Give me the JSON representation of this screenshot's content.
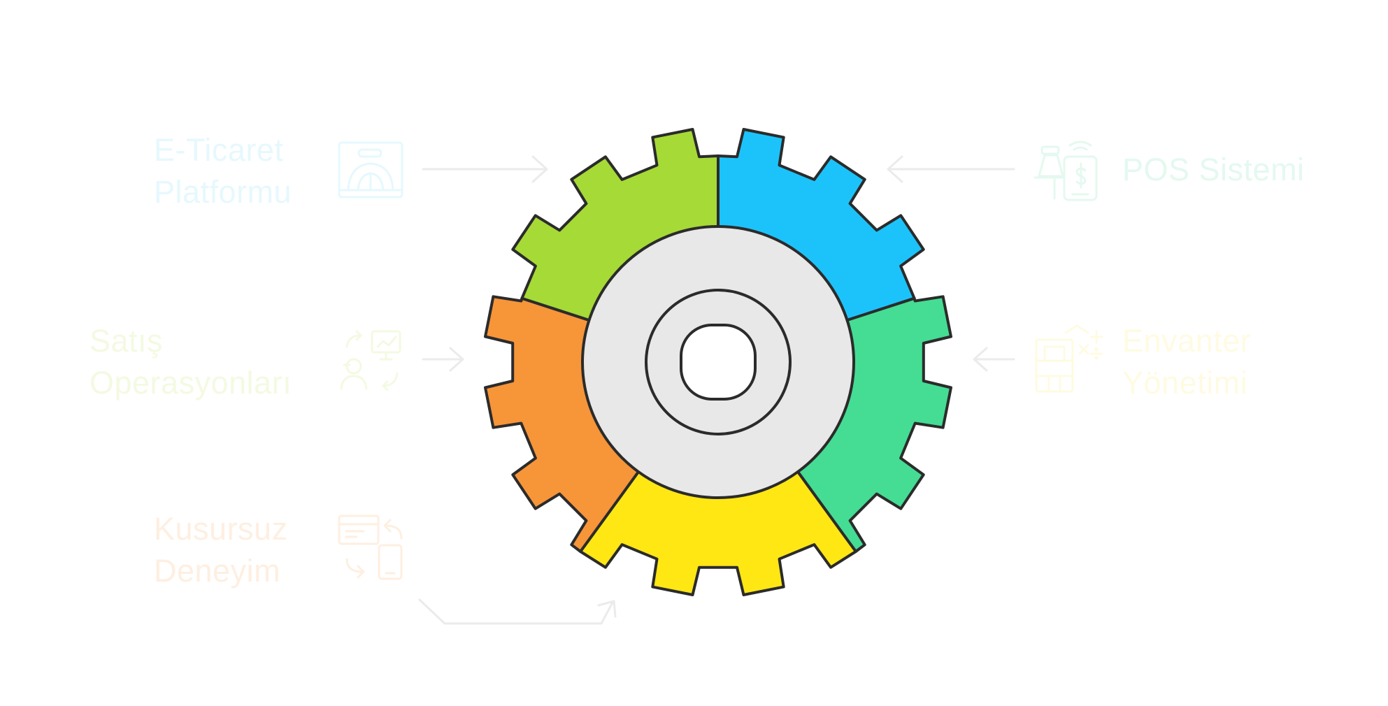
{
  "colors": {
    "blue": "#1CC3FB",
    "green": "#44DD93",
    "yellow": "#FFE714",
    "orange": "#F79539",
    "lime": "#A6DA36",
    "hub": "#E8E8E8",
    "outline": "#2B2B2B",
    "arrow": "#EBEBEB"
  },
  "segments": [
    {
      "id": "e-ticaret",
      "color": "#1CC3FB",
      "text_color": "#E6F8FE",
      "line1": "E-Ticaret",
      "line2": "Platformu",
      "icon": "laptop-store-icon"
    },
    {
      "id": "pos",
      "color": "#44DD93",
      "text_color": "#E4F9EF",
      "line1": "POS Sistemi",
      "line2": "",
      "icon": "pos-terminal-icon"
    },
    {
      "id": "envanter",
      "color": "#FFE714",
      "text_color": "#FFFBE2",
      "line1": "Envanter",
      "line2": "Yönetimi",
      "icon": "inventory-icon"
    },
    {
      "id": "kusursuz",
      "color": "#F79539",
      "text_color": "#FEEFE1",
      "line1": "Kusursuz",
      "line2": "Deneyim",
      "icon": "cross-device-icon"
    },
    {
      "id": "satis",
      "color": "#A6DA36",
      "text_color": "#F3FAE2",
      "line1": "Satış",
      "line2": "Operasyonları",
      "icon": "sales-operations-icon"
    }
  ]
}
